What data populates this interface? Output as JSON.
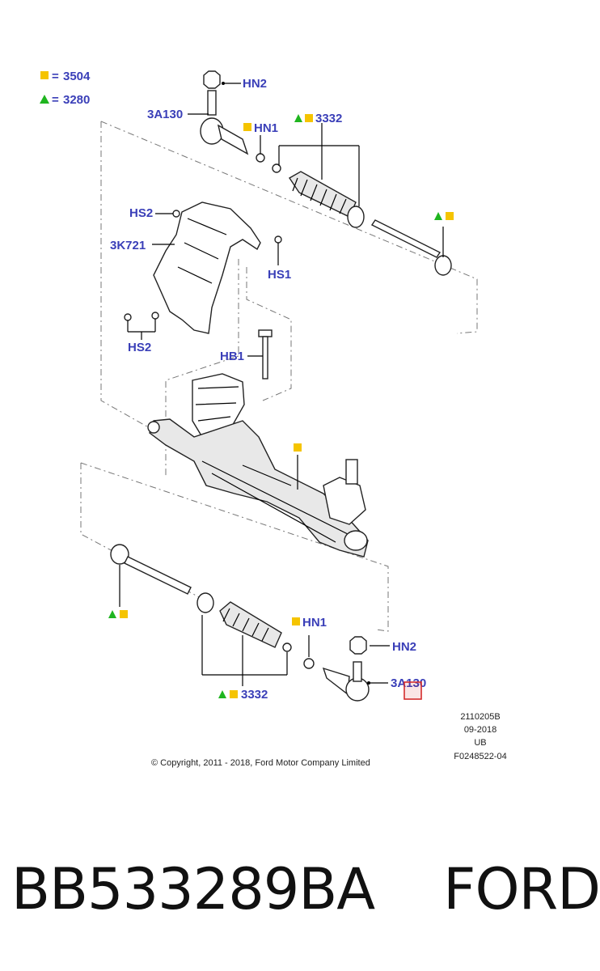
{
  "legend": {
    "square_value": "3504",
    "triangle_value": "3280",
    "equals": "="
  },
  "labels": {
    "hn2_top": "HN2",
    "tie_rod_end_top": "3A130",
    "hn1_top": "HN1",
    "boot_top": "3332",
    "hs2_top": "HS2",
    "shield": "3K721",
    "hs1": "HS1",
    "hs2_bottom": "HS2",
    "hb1": "HB1",
    "hn1_bottom": "HN1",
    "hn2_bottom": "HN2",
    "tie_rod_end_bottom": "3A130",
    "boot_bottom": "3332"
  },
  "footer": {
    "code1": "2110205B",
    "date": "09-2018",
    "region": "UB",
    "figure": "F0248522-04",
    "copyright": "© Copyright, 2011 - 2018, Ford Motor Company Limited"
  },
  "part_number_text": "BB533289BA    FORD",
  "colors": {
    "label_blue": "#3a3fb8",
    "square_yellow": "#f5c400",
    "triangle_green": "#1fb51f",
    "highlight_red": "#d42a2a"
  },
  "icons": [
    "yellow-square-icon",
    "green-triangle-icon"
  ]
}
